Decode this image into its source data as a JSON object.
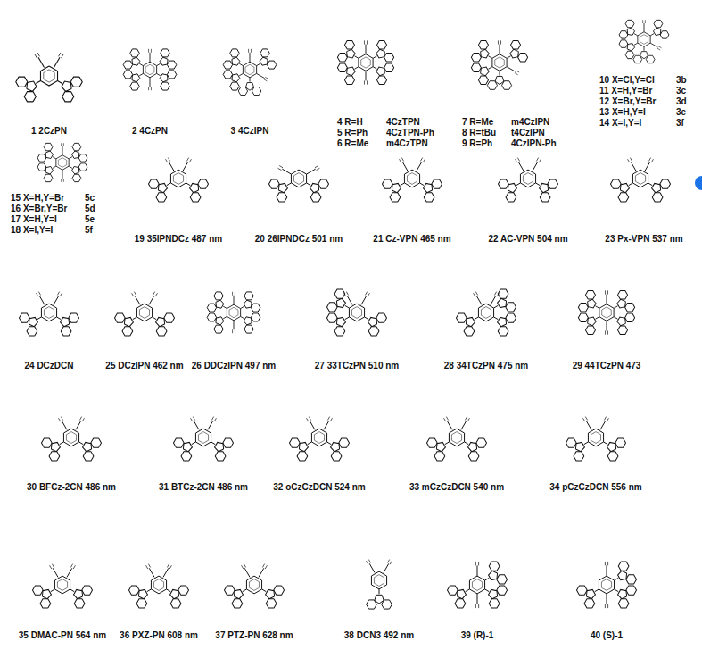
{
  "diagram": {
    "labels": [
      "1 2CzPN",
      "2 4CzPN",
      "3 4CzIPN",
      "4 R=H",
      "4CzTPN",
      "5 R=Ph",
      "4CzTPN-Ph",
      "6 R=Me",
      "m4CzTPN",
      "7 R=Me",
      "m4CzIPN",
      "8 R=tBu",
      "t4CzIPN",
      "9 R=Ph",
      "4CzIPN-Ph",
      "10 X=Cl,Y=Cl",
      "3b",
      "11 X=H,Y=Br",
      "3c",
      "12 X=Br,Y=Br",
      "3d",
      "13 X=H,Y=I",
      "3e",
      "14 X=I,Y=I",
      "3f",
      "15 X=H,Y=Br",
      "5c",
      "16 X=Br,Y=Br",
      "5d",
      "17 X=H,Y=I",
      "5e",
      "18 X=I,Y=I",
      "5f",
      "19 35IPNDCz 487 nm",
      "20 26IPNDCz 501 nm",
      "21 Cz-VPN 465 nm",
      "22 AC-VPN 504 nm",
      "23 Px-VPN 537 nm",
      "24 DCzDCN",
      "25 DCzIPN 462 nm",
      "26 DDCzIPN 497 nm",
      "27 33TCzPN 510 nm",
      "28 34TCzPN 475 nm",
      "29 44TCzPN 473",
      "30 BFCz-2CN 486 nm",
      "31 BTCz-2CN 486 nm",
      "32 oCzCzDCN 524 nm",
      "33 mCzCzDCN 540 nm",
      "34 pCzCzDCN 556 nm",
      "35 DMAC-PN 564 nm",
      "36 PXZ-PN 608 nm",
      "37 PTZ-PN 628 nm",
      "38 DCN3 492 nm",
      "39 (R)-1",
      "40 (S)-1"
    ]
  }
}
